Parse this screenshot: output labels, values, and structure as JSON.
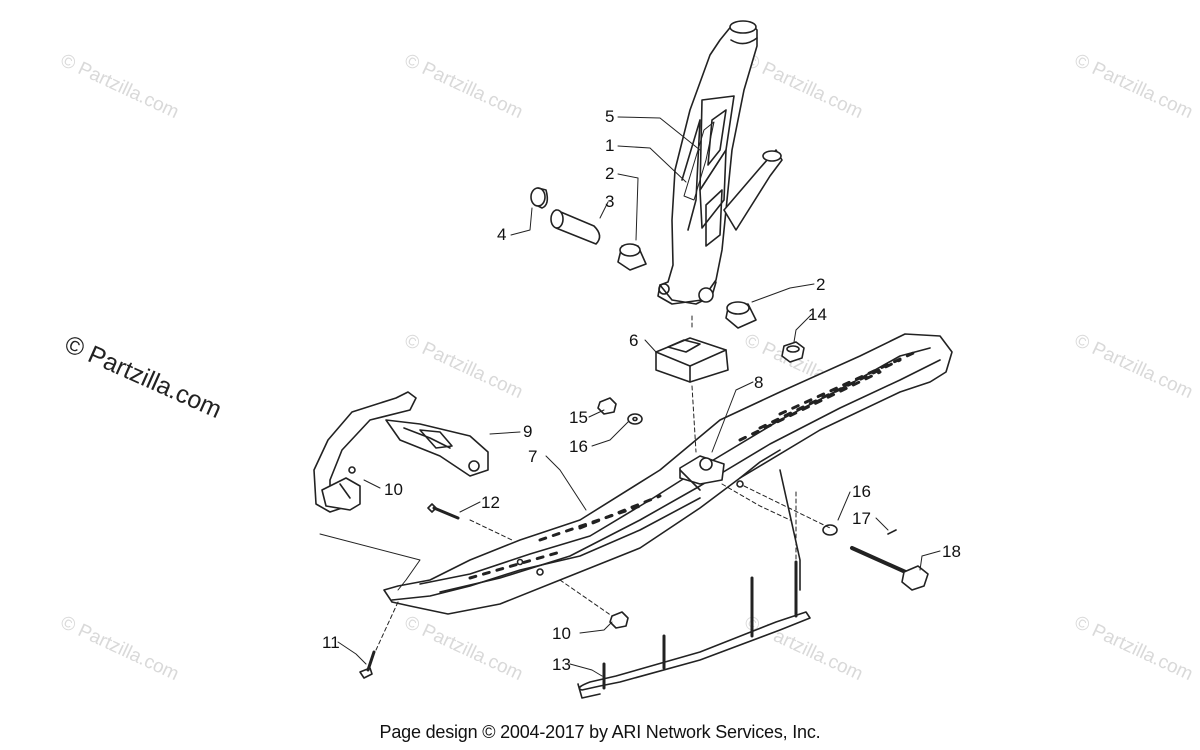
{
  "watermark": {
    "text": "© Partzilla.com",
    "main_text": "© Partzilla.com"
  },
  "callouts": [
    "5",
    "1",
    "2",
    "3",
    "4",
    "2",
    "14",
    "6",
    "8",
    "15",
    "16",
    "9",
    "7",
    "10",
    "12",
    "16",
    "17",
    "18",
    "10",
    "11",
    "13"
  ],
  "footer": "Page design © 2004-2017 by ARI Network Services, Inc.",
  "colors": {
    "line": "#222222",
    "watermark": "#d9d9d9"
  }
}
